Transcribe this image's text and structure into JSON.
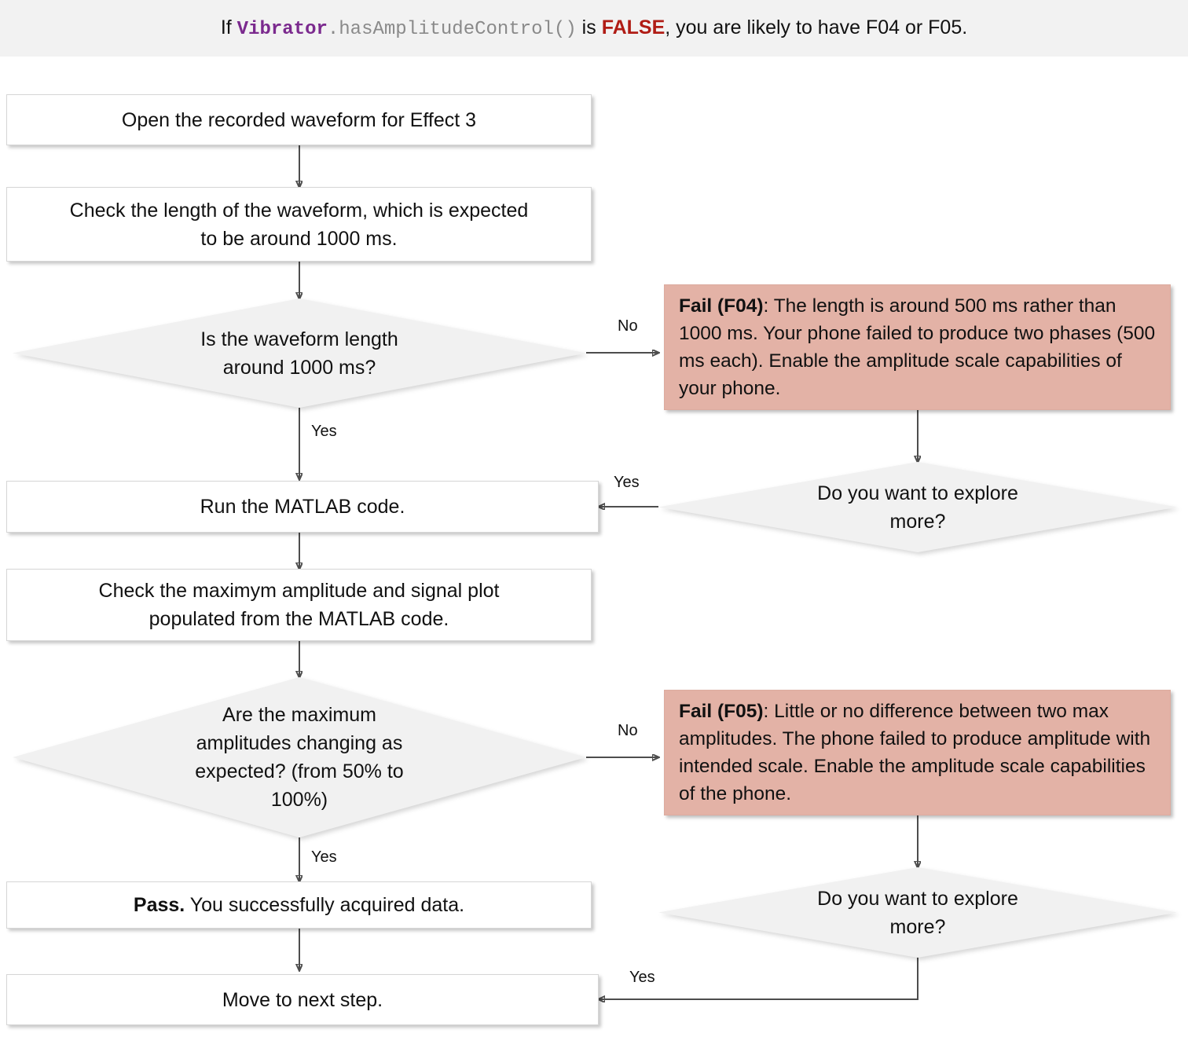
{
  "header": {
    "prefix": "If ",
    "code_class": "Vibrator",
    "code_method": ".hasAmplitudeControl()",
    "middle": " is ",
    "keyword": "FALSE",
    "suffix": ", you are likely to have F04 or F05.",
    "background_color": "#f2f2f2",
    "class_color": "#7b2a8e",
    "method_color": "#8a8a8a",
    "keyword_color": "#b01c15"
  },
  "colors": {
    "process_fill": "#ffffff",
    "decision_fill": "#f1f1f1",
    "fail_fill": "#e3b2a6",
    "connector": "#4d4d4d",
    "text": "#111111"
  },
  "nodes": {
    "open_waveform": {
      "type": "process",
      "text": "Open the recorded waveform for Effect 3"
    },
    "check_length": {
      "type": "process",
      "line1": "Check the length of the waveform, which is expected",
      "line2": "to be around 1000 ms."
    },
    "decide_length": {
      "type": "decision",
      "line1": "Is the waveform length",
      "line2": "around 1000 ms?"
    },
    "fail_f04": {
      "type": "fail",
      "label": "Fail (F04)",
      "separator": ": ",
      "body": "The length is around 500 ms rather than 1000 ms. Your phone failed to produce two phases (500 ms each). Enable the amplitude scale capabilities of your phone."
    },
    "explore_more_1": {
      "type": "decision",
      "line1": "Do you want to explore",
      "line2": "more?"
    },
    "run_matlab": {
      "type": "process",
      "text": "Run the MATLAB code."
    },
    "check_amplitude": {
      "type": "process",
      "line1": "Check the maximym amplitude and signal plot",
      "line2": "populated from the MATLAB code."
    },
    "decide_amplitude": {
      "type": "decision",
      "line1": "Are the maximum",
      "line2": "amplitudes changing as",
      "line3": "expected? (from 50% to",
      "line4": "100%)"
    },
    "fail_f05": {
      "type": "fail",
      "label": "Fail (F05)",
      "separator": ": ",
      "body": "Little or no difference between two max amplitudes. The phone failed to produce amplitude with intended scale. Enable the amplitude scale capabilities of the phone."
    },
    "explore_more_2": {
      "type": "decision",
      "line1": "Do you want to explore",
      "line2": "more?"
    },
    "pass_result": {
      "type": "process",
      "label": "Pass.",
      "body": " You successfully acquired data."
    },
    "next_step": {
      "type": "process",
      "text": "Move to next step."
    }
  },
  "edge_labels": {
    "length_no": "No",
    "length_yes": "Yes",
    "explore1_yes": "Yes",
    "amplitude_no": "No",
    "amplitude_yes": "Yes",
    "explore2_yes": "Yes"
  }
}
